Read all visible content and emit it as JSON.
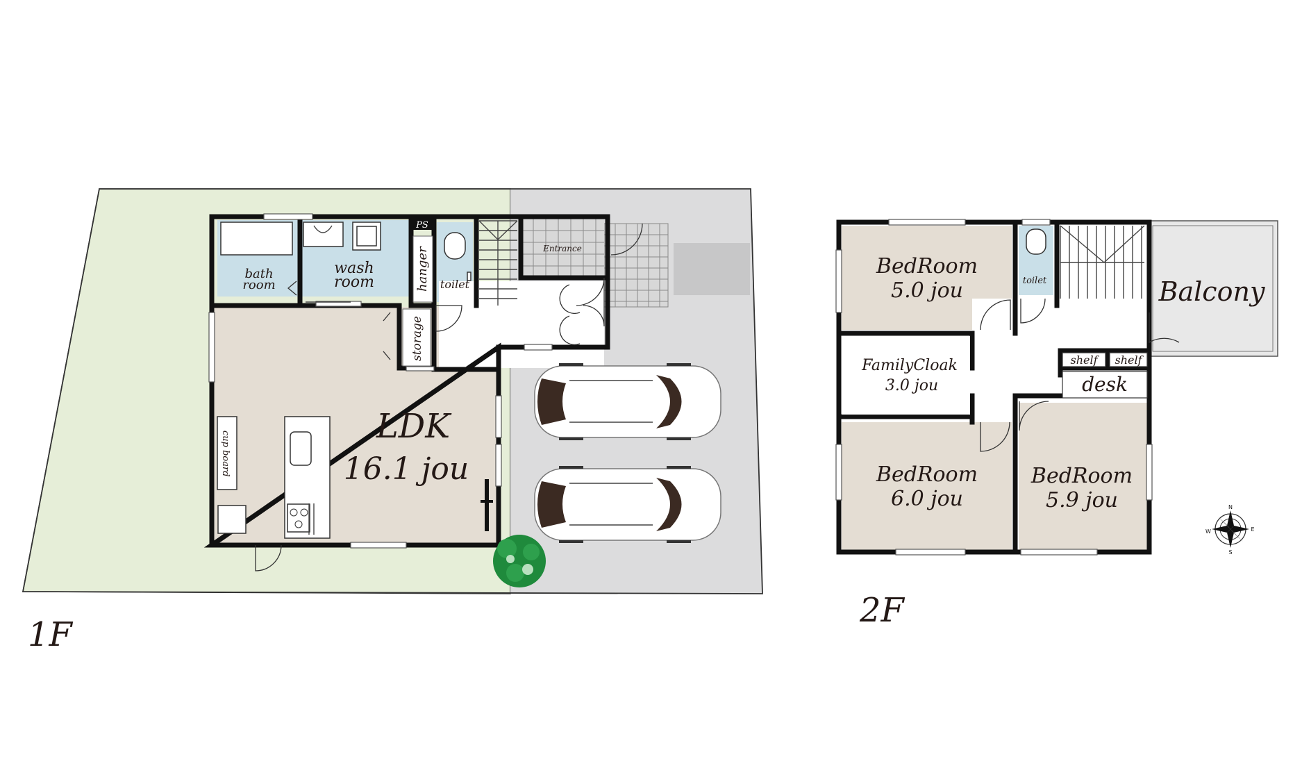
{
  "floors": {
    "first": {
      "floor_label": "1F",
      "rooms": {
        "ldk": {
          "name": "LDK",
          "size": "16.1 jou"
        },
        "bath": {
          "line1": "bath",
          "line2": "room"
        },
        "wash": {
          "line1": "wash",
          "line2": "room"
        },
        "hanger": "hanger",
        "ps": "PS",
        "toilet": "toilet",
        "storage": "storage",
        "entrance": "Entrance",
        "cupboard": "cup board"
      }
    },
    "second": {
      "floor_label": "2F",
      "rooms": {
        "bedroom_nw": {
          "name": "BedRoom",
          "size": "5.0 jou"
        },
        "bedroom_sw": {
          "name": "BedRoom",
          "size": "6.0 jou"
        },
        "bedroom_se": {
          "name": "BedRoom",
          "size": "5.9 jou"
        },
        "family_cloak": {
          "name": "FamilyCloak",
          "size": "3.0 jou"
        },
        "balcony": "Balcony",
        "toilet": "toilet",
        "shelf_left": "shelf",
        "shelf_right": "shelf",
        "desk": "desk"
      }
    }
  },
  "compass": {
    "n": "N",
    "s": "S",
    "e": "E",
    "w": "W"
  },
  "colors": {
    "garden": "#e6eed8",
    "parking": "#dcdcdd",
    "living_floor": "#e4ddd3",
    "wet_area": "#c9dfe8",
    "balcony": "#e8e8e8",
    "wall": "#111111",
    "tree": "#1f8a3c"
  }
}
